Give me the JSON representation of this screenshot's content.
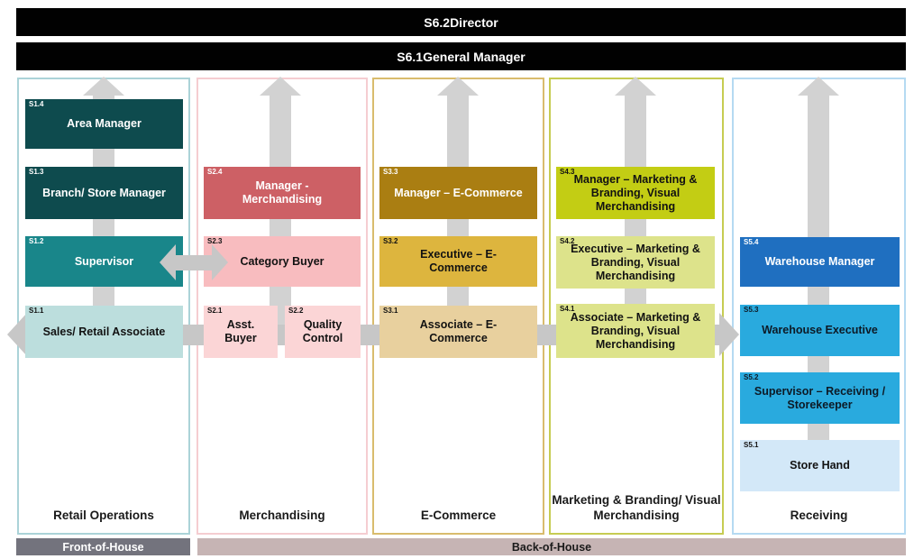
{
  "title": "Retail organisation career progression chart",
  "top_bars": [
    {
      "code": "S6.2",
      "label": "Director"
    },
    {
      "code": "S6.1",
      "label": "General Manager"
    }
  ],
  "columns": [
    {
      "label": "Retail Operations",
      "boxes": [
        {
          "code": "S1.4",
          "label": "Area Manager"
        },
        {
          "code": "S1.3",
          "label": "Branch/ Store Manager"
        },
        {
          "code": "S1.2",
          "label": "Supervisor"
        },
        {
          "code": "S1.1",
          "label": "Sales/ Retail Associate"
        }
      ]
    },
    {
      "label": "Merchandising",
      "boxes": [
        {
          "code": "S2.4",
          "label": "Manager - Merchandising"
        },
        {
          "code": "S2.3",
          "label": "Category Buyer"
        },
        {
          "code": "S2.1",
          "label": "Asst. Buyer"
        },
        {
          "code": "S2.2",
          "label": "Quality Control"
        }
      ]
    },
    {
      "label": "E-Commerce",
      "boxes": [
        {
          "code": "S3.3",
          "label": "Manager – E-Commerce"
        },
        {
          "code": "S3.2",
          "label": "Executive – E-Commerce"
        },
        {
          "code": "S3.1",
          "label": "Associate – E-Commerce"
        }
      ]
    },
    {
      "label": "Marketing & Branding/ Visual Merchandising",
      "boxes": [
        {
          "code": "S4.3",
          "label": "Manager – Marketing & Branding, Visual Merchandising"
        },
        {
          "code": "S4.2",
          "label": "Executive – Marketing & Branding, Visual Merchandising"
        },
        {
          "code": "S4.1",
          "label": "Associate – Marketing & Branding, Visual Merchandising"
        }
      ]
    },
    {
      "label": "Receiving",
      "boxes": [
        {
          "code": "S5.4",
          "label": "Warehouse Manager"
        },
        {
          "code": "S5.3",
          "label": "Warehouse Executive"
        },
        {
          "code": "S5.2",
          "label": "Supervisor – Receiving / Storekeeper"
        },
        {
          "code": "S5.1",
          "label": "Store Hand"
        }
      ]
    }
  ],
  "footer": {
    "front_of_house": "Front-of-House",
    "back_of_house": "Back-of-House"
  },
  "colors": {
    "bar_black": "#010101",
    "teal_dark": "#0e4b4e",
    "teal": "#19868a",
    "teal_light": "#bcdedd",
    "red": "#cd6065",
    "pink": "#f8bcbf",
    "pink_light": "#fbd5d6",
    "gold_dark": "#aa7e12",
    "gold": "#ddb53e",
    "tan": "#e8d09e",
    "chartreuse": "#c3cd14",
    "green_light": "#dde38b",
    "blue": "#1f6fc0",
    "blue_mid": "#29aade",
    "blue_light": "#d3e8f8",
    "arrow_gray": "#cccccc",
    "front_of_house_bar": "#73737d",
    "back_of_house_bar": "#c6b4b4"
  }
}
